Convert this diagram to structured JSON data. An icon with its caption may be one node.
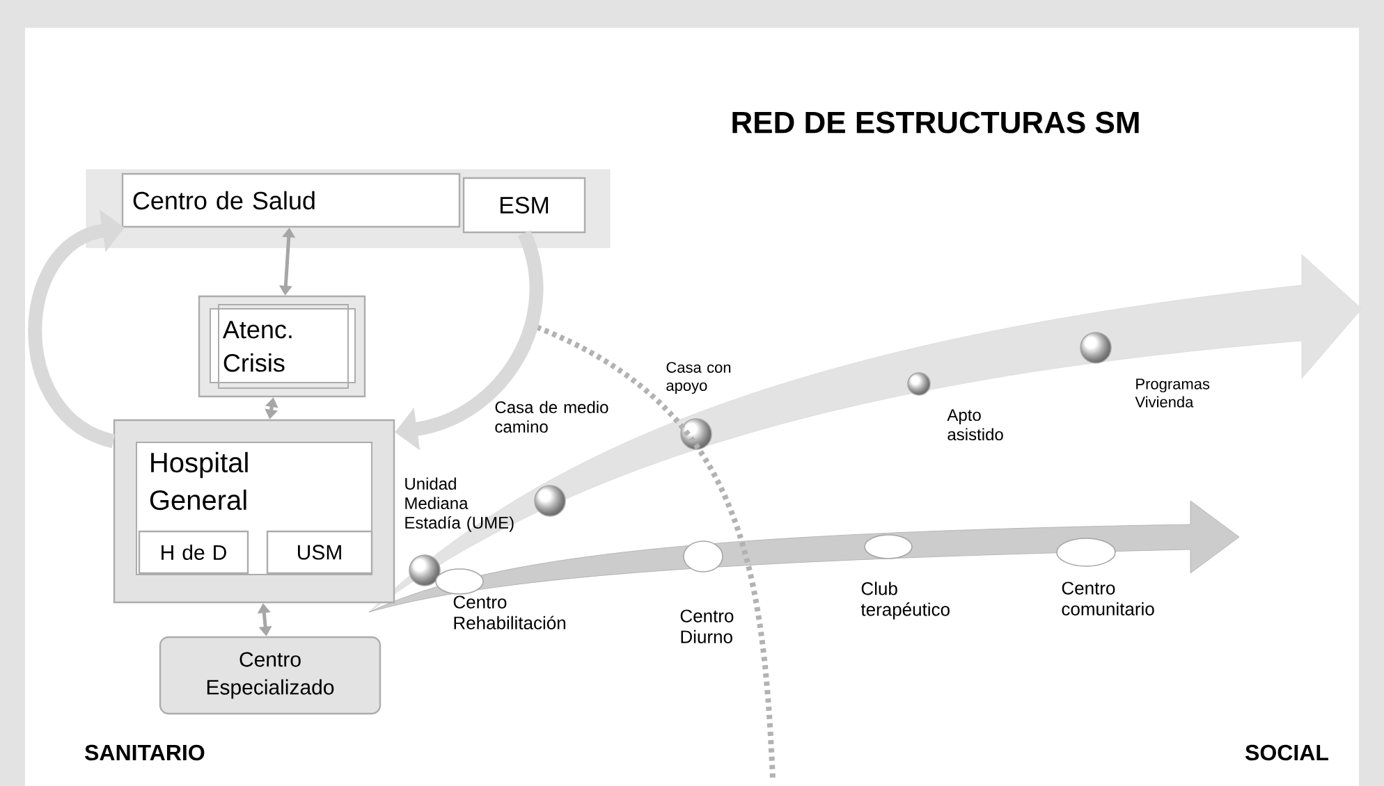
{
  "diagram": {
    "title": "RED DE ESTRUCTURAS SM",
    "nodes": [
      {
        "text": [
          "Centro de Salud"
        ]
      },
      {
        "text": [
          "ESM"
        ]
      },
      {
        "text": [
          "Atenc. Crisis"
        ]
      },
      {
        "text": [
          "Hospital General"
        ]
      },
      {
        "text": [
          "H de D"
        ],
        "in": 3
      },
      {
        "text": [
          "USM"
        ],
        "in": 3
      },
      {
        "text": [
          "Centro Especializado"
        ]
      },
      {
        "text": [],
        "shape": "circle",
        "beside": [
          "Unidad Mediana Estadía (UME)"
        ]
      },
      {
        "text": [],
        "shape": "circle",
        "beside": [
          "Casa de medio camino"
        ]
      },
      {
        "text": [],
        "shape": "circle",
        "beside": [
          "Casa con apoyo"
        ]
      },
      {
        "text": [],
        "shape": "circle",
        "beside": [
          "Apto asistido"
        ]
      },
      {
        "text": [],
        "shape": "circle",
        "beside": [
          "Programas Vivienda"
        ]
      },
      {
        "text": [],
        "shape": "ellipse",
        "beside": [
          "Centro Rehabilitación"
        ]
      },
      {
        "text": [],
        "shape": "ellipse",
        "beside": [
          "Centro Diurno"
        ]
      },
      {
        "text": [],
        "shape": "ellipse",
        "beside": [
          "Club terapéutico"
        ]
      },
      {
        "text": [],
        "shape": "ellipse",
        "beside": [
          "Centro comunitario"
        ]
      }
    ],
    "edges": [
      {
        "from": 0,
        "to": 2,
        "arrow": "both"
      },
      {
        "from": 2,
        "to": 3,
        "arrow": "both"
      },
      {
        "from": 3,
        "to": 6,
        "arrow": "both"
      },
      {
        "from": 3,
        "to": 0,
        "arrow": "to",
        "style": "thick"
      },
      {
        "from": 1,
        "to": 3,
        "arrow": "to",
        "style": "thick"
      }
    ],
    "labels": [
      "SANITARIO",
      "SOCIAL"
    ]
  }
}
